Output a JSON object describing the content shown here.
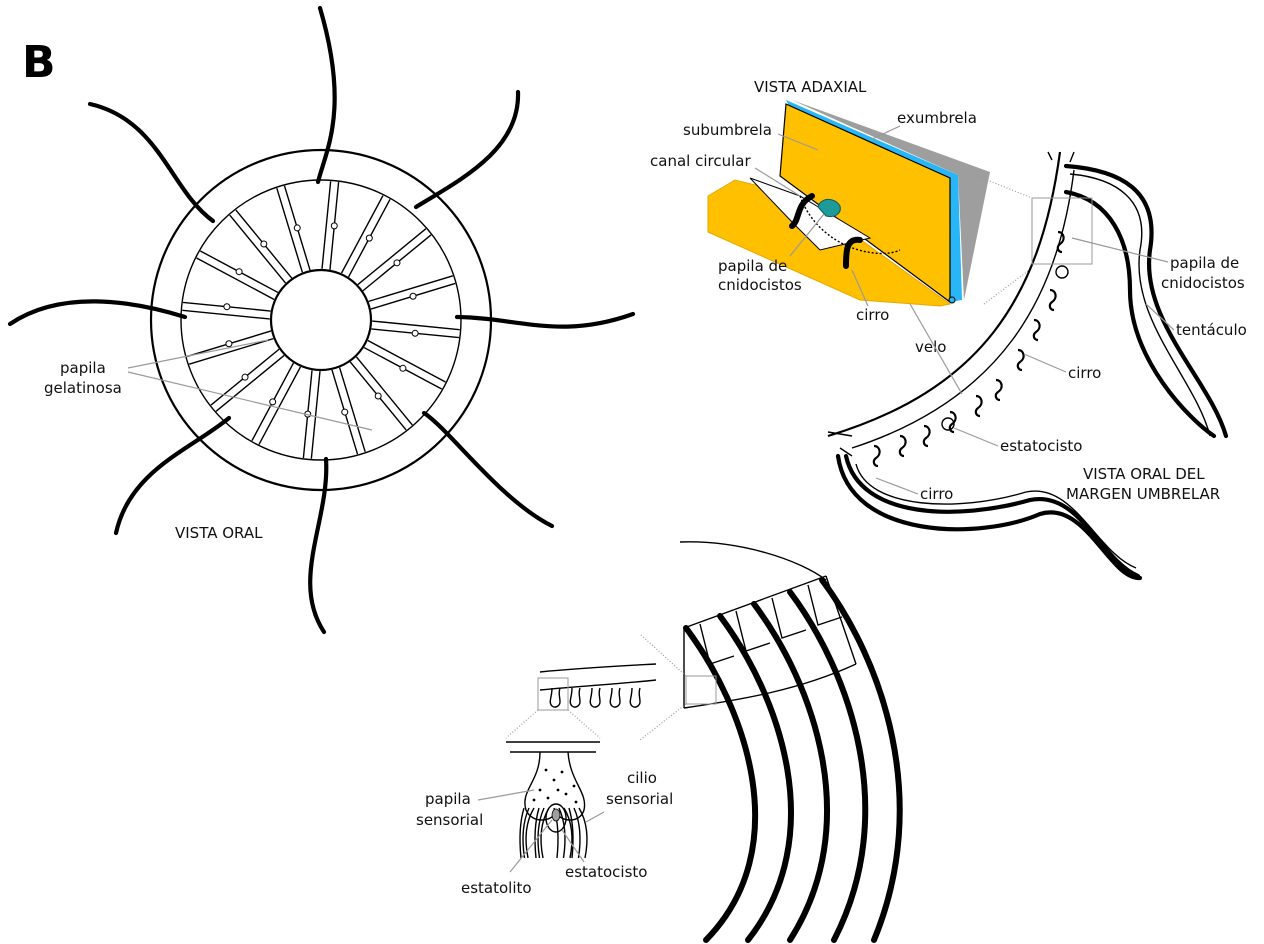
{
  "panel_letter": "B",
  "views": {
    "oral": "VISTA ORAL",
    "adaxial": "VISTA ADAXIAL",
    "oral_margin_line1": "VISTA ORAL DEL",
    "oral_margin_line2": "MARGEN UMBRELAR"
  },
  "labels": {
    "papila_gelatinosa_1": "papila",
    "papila_gelatinosa_2": "gelatinosa",
    "subumbrela": "subumbrela",
    "exumbrela": "exumbrela",
    "canal_circular": "canal circular",
    "papila_cnid_a_1": "papila de",
    "papila_cnid_a_2": "cnidocistos",
    "cirro_a": "cirro",
    "velo": "velo",
    "papila_cnid_b_1": "papila de",
    "papila_cnid_b_2": "cnidocistos",
    "tentaculo": "tentáculo",
    "cirro_b": "cirro",
    "estatocisto_b": "estatocisto",
    "cirro_c": "cirro",
    "cilio_1": "cilio",
    "cilio_2": "sensorial",
    "papila_sens_1": "papila",
    "papila_sens_2": "sensorial",
    "estatolito": "estatolito",
    "estatocisto_c": "estatocisto"
  },
  "colors": {
    "subumbrella_fill": "#ffc000",
    "exumbrella_edge": "#29b6f6",
    "shadow": "#9e9e9e",
    "papilla": "#1e9a9a",
    "statolith": "#9e9e9e"
  }
}
